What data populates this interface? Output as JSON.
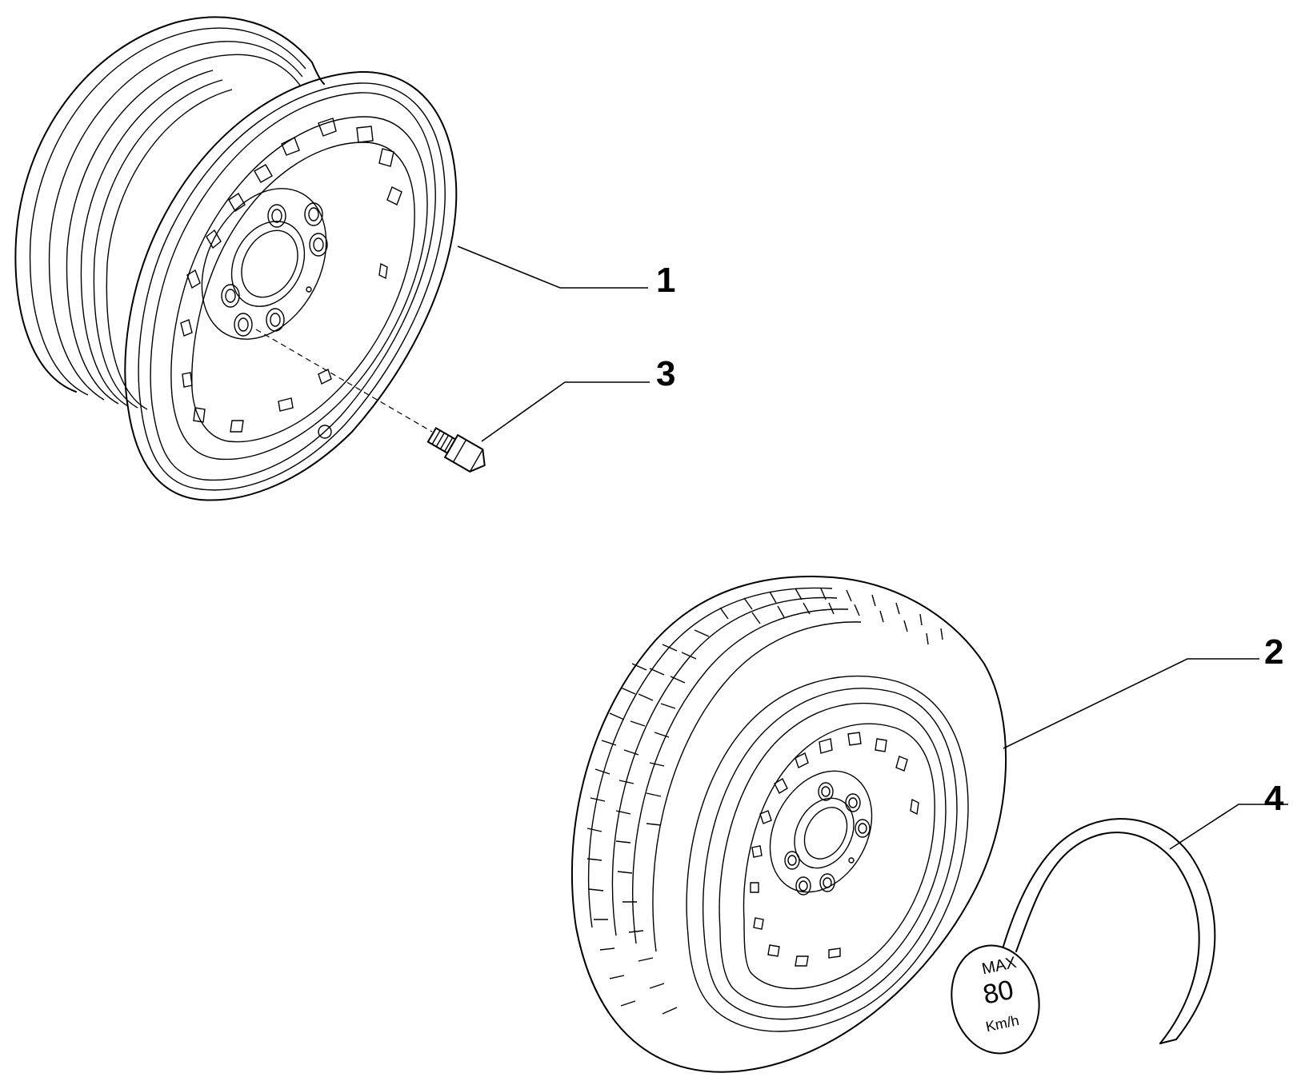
{
  "callouts": {
    "c1": "1",
    "c2": "2",
    "c3": "3",
    "c4": "4"
  },
  "tag": {
    "line1": "MAX",
    "line2": "80",
    "line3": "Km/h"
  },
  "colors": {
    "ink": "#000000",
    "paper": "#ffffff"
  }
}
